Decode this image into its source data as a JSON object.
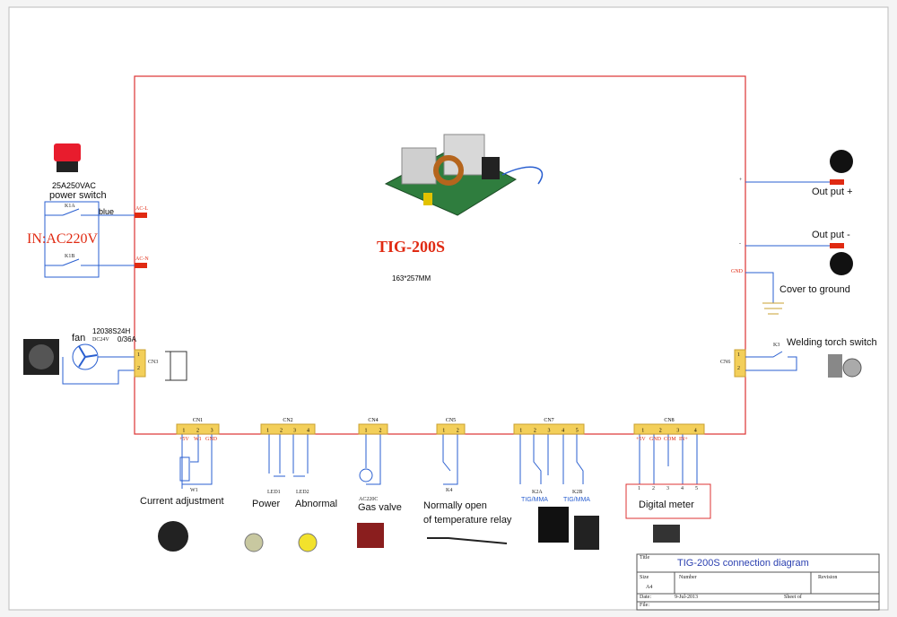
{
  "board": {
    "title": "TIG-200S",
    "size": "163*257MM"
  },
  "power_switch": {
    "rating": "25A250VAC",
    "label": "power switch",
    "contact_a": "K1A",
    "contact_b": "K1B",
    "wire_color": "blue",
    "input": "IN:AC220V",
    "pin_l": "AC-L",
    "pin_n": "AC-N"
  },
  "fan": {
    "label": "fan",
    "model": "12038S24H",
    "voltage": "DC24V",
    "current": "0/36A",
    "connector": "CN3",
    "pin1": "1",
    "pin2": "2"
  },
  "outputs": {
    "plus_label": "Out put +",
    "minus_label": "Out put -",
    "cover_ground": "Cover to ground",
    "gnd_pin": "GND",
    "pin_plus": "+",
    "pin_minus": "-"
  },
  "torch": {
    "label": "Welding torch switch",
    "connector": "CN6",
    "switch": "K3",
    "pin1": "1",
    "pin2": "2"
  },
  "connectors": [
    {
      "name": "CN1",
      "pins": [
        "1",
        "2",
        "3"
      ]
    },
    {
      "name": "CN2",
      "pins": [
        "1",
        "2",
        "3",
        "4"
      ]
    },
    {
      "name": "CN4",
      "pins": [
        "1",
        "2"
      ]
    },
    {
      "name": "CN5",
      "pins": [
        "1",
        "2"
      ]
    },
    {
      "name": "CN7",
      "pins": [
        "1",
        "2",
        "3",
        "4",
        "5"
      ]
    },
    {
      "name": "CN8",
      "pins": [
        "1",
        "2",
        "3",
        "4"
      ]
    }
  ],
  "cn1_signals": [
    "+5V",
    "W1",
    "GND"
  ],
  "cn8_signals": [
    "+5V",
    "GND",
    "COM",
    "IN+"
  ],
  "bottom_labels": {
    "w1": "W1",
    "current_adj": "Current adjustment",
    "led1": "LED1",
    "led2": "LED2",
    "power": "Power",
    "abnormal": "Abnormal",
    "ac220c": "AC220C",
    "gas_valve": "Gas valve",
    "k4": "K4",
    "relay_line1": "Normally open",
    "relay_line2": "of temperature relay",
    "k2a": "K2A",
    "k2b": "K2B",
    "tig1": "TIG/MMA",
    "tig2": "TIG/MMA",
    "digital_meter": "Digital meter",
    "meter_pins": [
      "1",
      "2",
      "3",
      "4",
      "5"
    ]
  },
  "title_block": {
    "title_label": "Title",
    "title_value": "TIG-200S connection diagram",
    "size_label": "Size",
    "size_value": "A4",
    "number_label": "Number",
    "revision_label": "Revision",
    "date_label": "Date:",
    "date_value": "9-Jul-2013",
    "sheet_label": "Sheet of",
    "file_label": "File:"
  }
}
